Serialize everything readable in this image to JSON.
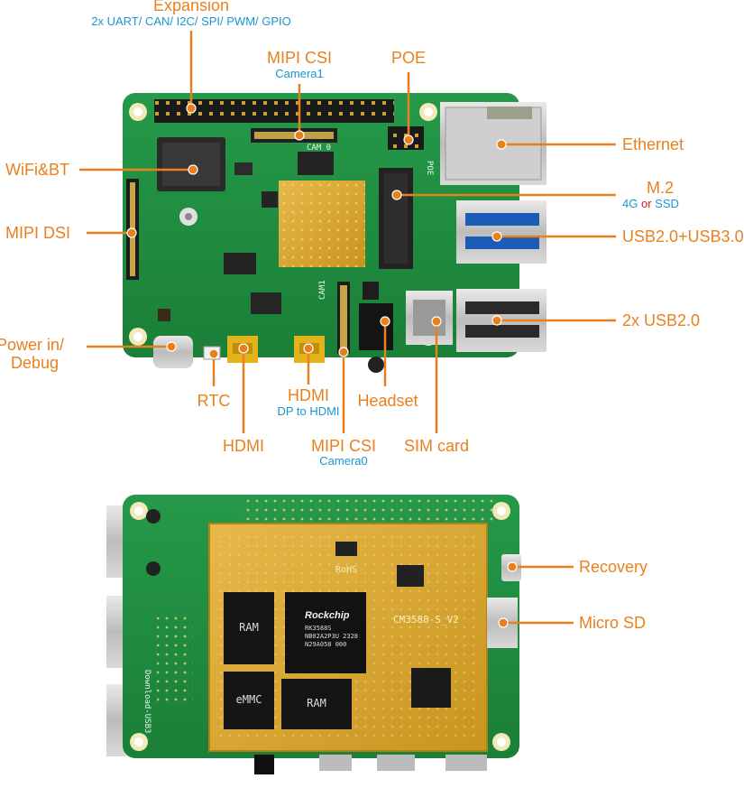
{
  "top_view": {
    "labels": {
      "expansion": "Expansion",
      "expansion_sub": "2x UART/ CAN/ I2C/ SPI/ PWM/ GPIO",
      "mipi_csi1": "MIPI CSI",
      "mipi_csi1_sub": "Camera1",
      "poe": "POE",
      "ethernet": "Ethernet",
      "wifi_bt": "WiFi&BT",
      "m2": "M.2",
      "m2_sub_a": "4G",
      "m2_sub_or": "or",
      "m2_sub_b": "SSD",
      "mipi_dsi": "MIPI DSI",
      "usb_combo": "USB2.0+USB3.0",
      "usb2": "2x USB2.0",
      "power_in": "Power in/",
      "power_in2": "Debug",
      "rtc": "RTC",
      "hdmi_dp": "HDMI",
      "hdmi_dp_sub": "DP to HDMI",
      "headset": "Headset",
      "hdmi": "HDMI",
      "mipi_csi0": "MIPI CSI",
      "mipi_csi0_sub": "Camera0",
      "sim_card": "SIM card"
    },
    "silkscreen": {
      "cam0_top": "CAM 0",
      "poe_silk": "POE",
      "cam1": "CAM1"
    }
  },
  "bottom_view": {
    "labels": {
      "recovery": "Recovery",
      "micro_sd": "Micro SD"
    },
    "chips": {
      "ram1": "RAM",
      "emmc": "eMMC",
      "ram2": "RAM",
      "soc_brand": "Rockchip",
      "soc_line1": "RK3588S",
      "soc_line2": "NB02A2P3U  2328",
      "soc_line3": "N29A058  000",
      "module_name": "CM3588-S_V2",
      "rohs": "RoHS",
      "side_text": "Download-USB3"
    }
  },
  "colors": {
    "label_orange": "#e8801e",
    "label_blue": "#1a96d4",
    "label_red": "#d42020",
    "pcb_green": "#1f8a3e",
    "module_gold": "#d6a632"
  }
}
